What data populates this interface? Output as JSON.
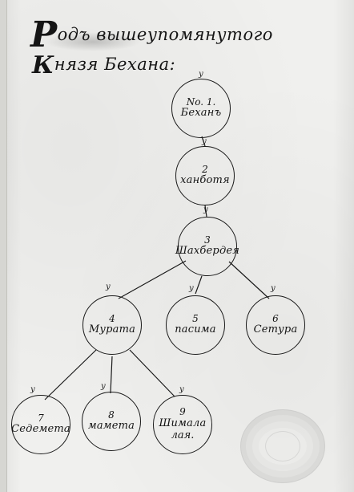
{
  "title": {
    "line1_initial": "Р",
    "line1_rest": "одъ вышеупомянутого",
    "line2_initial": "К",
    "line2_rest": "нязя Бехана:"
  },
  "nodes": [
    {
      "num": "No. 1.",
      "name": "Беханъ"
    },
    {
      "num": "2",
      "name": "ханботя"
    },
    {
      "num": "3",
      "name": "Шахбердея"
    },
    {
      "num": "4",
      "name": "Мурата"
    },
    {
      "num": "5",
      "name": "пасима"
    },
    {
      "num": "6",
      "name": "Сетура"
    },
    {
      "num": "7",
      "name": "Седемета"
    },
    {
      "num": "8",
      "name": "мамета"
    },
    {
      "num": "9",
      "name": "Шимала",
      "name2": "лая."
    }
  ],
  "marks": {
    "above": "у"
  }
}
